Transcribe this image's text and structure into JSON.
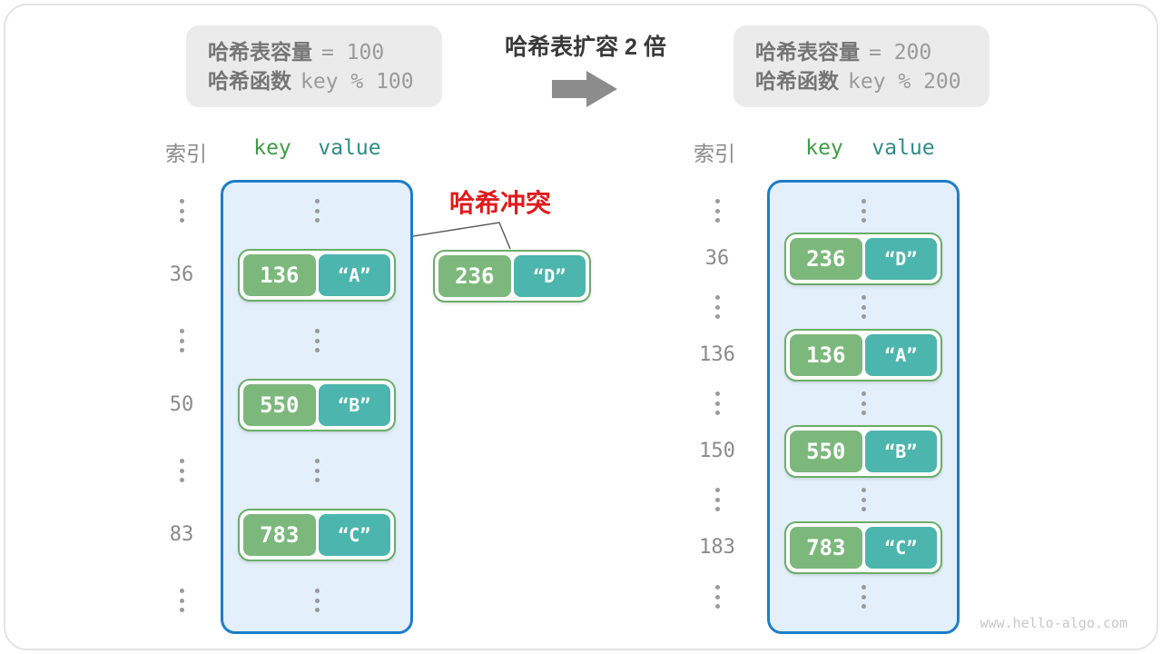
{
  "title": "哈希表扩容 2 倍",
  "info_before": {
    "line1_label": "哈希表容量",
    "line1_value": "= 100",
    "line2_label": "哈希函数",
    "line2_value": "key % 100"
  },
  "info_after": {
    "line1_label": "哈希表容量",
    "line1_value": "= 200",
    "line2_label": "哈希函数",
    "line2_value": "key % 200"
  },
  "collision": {
    "label": "哈希冲突",
    "pair": {
      "key": "236",
      "value": "“D”"
    }
  },
  "left_table": {
    "headers": {
      "index": "索引",
      "key": "key",
      "value": "value"
    },
    "rows": [
      {
        "index": "36",
        "key": "136",
        "value": "“A”"
      },
      {
        "index": "50",
        "key": "550",
        "value": "“B”"
      },
      {
        "index": "83",
        "key": "783",
        "value": "“C”"
      }
    ]
  },
  "right_table": {
    "headers": {
      "index": "索引",
      "key": "key",
      "value": "value"
    },
    "rows": [
      {
        "index": "36",
        "key": "236",
        "value": "“D”"
      },
      {
        "index": "136",
        "key": "136",
        "value": "“A”"
      },
      {
        "index": "150",
        "key": "550",
        "value": "“B”"
      },
      {
        "index": "183",
        "key": "783",
        "value": "“C”"
      }
    ]
  },
  "watermark": "www.hello-algo.com",
  "colors": {
    "key-green": "#7cb87c",
    "value-teal": "#4cb6ae",
    "pair-border": "#6aad6a",
    "container-border": "#1d7dca",
    "container-fill": "#e3effa",
    "collision-red": "#e01b1b",
    "gray-text": "#8a8a8a",
    "header-key-green": "#3f9b45",
    "header-value-teal": "#2e8c87",
    "info-bg": "#ebebeb",
    "info-label": "#757575",
    "info-value": "#9b9b9b",
    "title-color": "#3a3a3a",
    "arrow-gray": "#8c8c8c",
    "dots-gray": "#9a9a9a",
    "line-gray": "#555555",
    "watermark-gray": "#c8c8c8",
    "card-border": "#e3e3e3"
  }
}
